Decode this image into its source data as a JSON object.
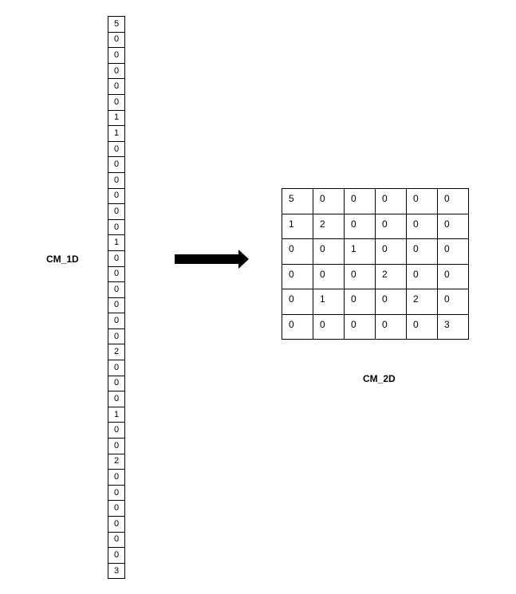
{
  "labels": {
    "cm_1d": "CM_1D",
    "cm_2d": "CM_2D"
  },
  "cm_1d_values": [
    "5",
    "0",
    "0",
    "0",
    "0",
    "0",
    "1",
    "1",
    "0",
    "0",
    "0",
    "0",
    "0",
    "0",
    "1",
    "0",
    "0",
    "0",
    "0",
    "0",
    "0",
    "2",
    "0",
    "0",
    "0",
    "1",
    "0",
    "0",
    "2",
    "0",
    "0",
    "0",
    "0",
    "0",
    "0",
    "3"
  ],
  "cm_2d_values": [
    [
      "5",
      "0",
      "0",
      "0",
      "0",
      "0"
    ],
    [
      "1",
      "2",
      "0",
      "0",
      "0",
      "0"
    ],
    [
      "0",
      "0",
      "1",
      "0",
      "0",
      "0"
    ],
    [
      "0",
      "0",
      "0",
      "2",
      "0",
      "0"
    ],
    [
      "0",
      "1",
      "0",
      "0",
      "2",
      "0"
    ],
    [
      "0",
      "0",
      "0",
      "0",
      "0",
      "3"
    ]
  ],
  "colors": {
    "line": "#000000",
    "background": "#ffffff"
  },
  "icons": {
    "arrow": "right-arrow-icon"
  }
}
